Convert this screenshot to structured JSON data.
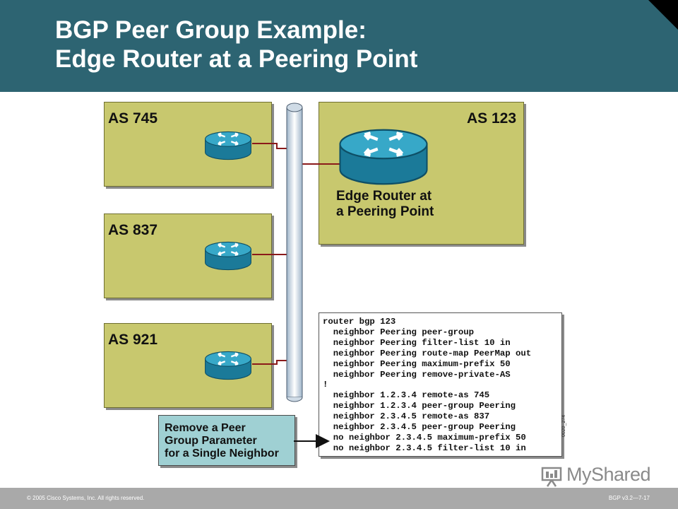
{
  "slide": {
    "title_line1": "BGP Peer Group Example:",
    "title_line2": "Edge Router at a Peering Point"
  },
  "diagram": {
    "as_boxes": [
      {
        "label": "AS 745"
      },
      {
        "label": "AS 837"
      },
      {
        "label": "AS 921"
      },
      {
        "label": "AS 123"
      }
    ],
    "edge_router_label_line1": "Edge Router at",
    "edge_router_label_line2": "a Peering Point",
    "router_icon": "router-icon",
    "colors": {
      "as_box": "#c8c86e",
      "router": "#2a9bb9",
      "link": "#8b1a1a",
      "callout": "#9fd0d3",
      "header": "#2d6472"
    }
  },
  "config": {
    "lines": [
      "router bgp 123",
      "  neighbor Peering peer-group",
      "  neighbor Peering filter-list 10 in",
      "  neighbor Peering route-map PeerMap out",
      "  neighbor Peering maximum-prefix 50",
      "  neighbor Peering remove-private-AS",
      "!",
      "  neighbor 1.2.3.4 remote-as 745",
      "  neighbor 1.2.3.4 peer-group Peering",
      "  neighbor 2.3.4.5 remote-as 837",
      "  neighbor 2.3.4.5 peer-group Peering",
      "  no neighbor 2.3.4.5 maximum-prefix 50",
      "  no neighbor 2.3.4.5 filter-list 10 in"
    ],
    "figure_id": "0020_274"
  },
  "callout": {
    "line1": "Remove a Peer",
    "line2": "Group Parameter",
    "line3": "for a Single Neighbor"
  },
  "footer": {
    "copyright": "© 2005 Cisco Systems, Inc. All rights reserved.",
    "course": "BGP v3.2—7-17"
  },
  "logo": {
    "text": "MyShared",
    "icon": "presentation-icon"
  }
}
